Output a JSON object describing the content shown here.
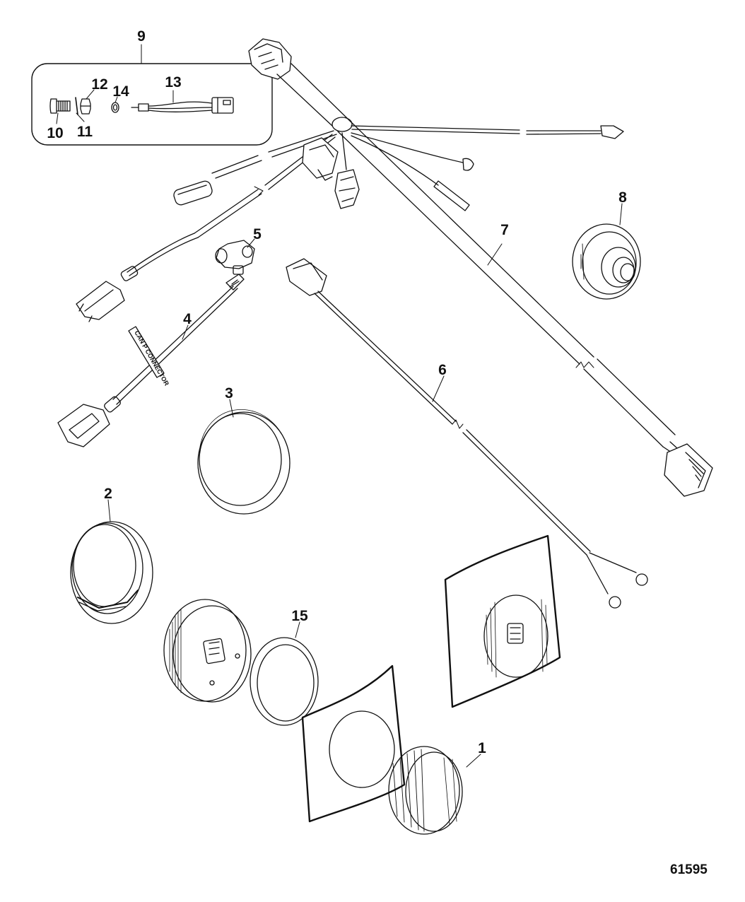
{
  "diagram": {
    "figure_id": "61595",
    "callouts": [
      {
        "id": "c1",
        "label": "1"
      },
      {
        "id": "c2",
        "label": "2"
      },
      {
        "id": "c3",
        "label": "3"
      },
      {
        "id": "c4",
        "label": "4"
      },
      {
        "id": "c5",
        "label": "5"
      },
      {
        "id": "c6",
        "label": "6"
      },
      {
        "id": "c7",
        "label": "7"
      },
      {
        "id": "c8",
        "label": "8"
      },
      {
        "id": "c9",
        "label": "9"
      },
      {
        "id": "c10",
        "label": "10"
      },
      {
        "id": "c11",
        "label": "11"
      },
      {
        "id": "c12",
        "label": "12"
      },
      {
        "id": "c13",
        "label": "13"
      },
      {
        "id": "c14",
        "label": "14"
      },
      {
        "id": "c15",
        "label": "15"
      }
    ],
    "cable_tag_text": "CAN P CONNECTOR",
    "colors": {
      "ink": "#111111",
      "paper": "#ffffff",
      "shade": "#cfcfcf"
    }
  }
}
